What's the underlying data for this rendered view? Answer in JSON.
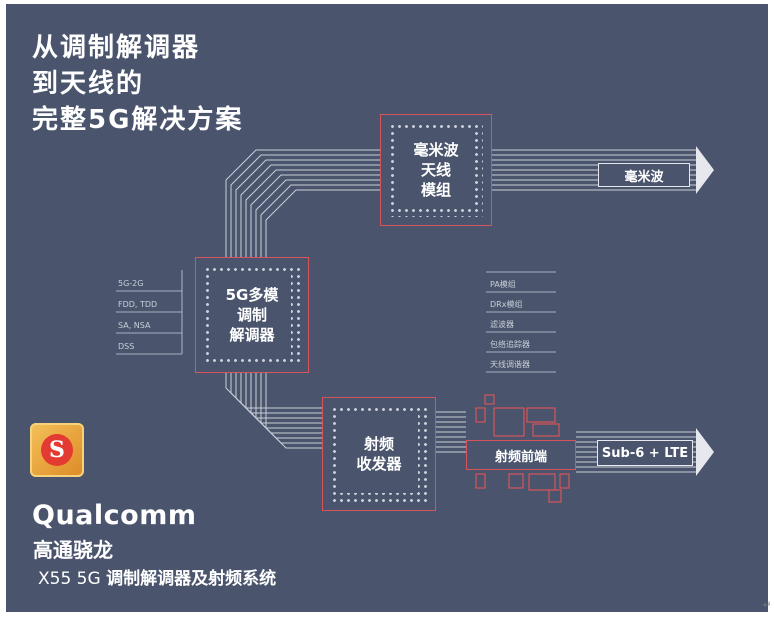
{
  "headline": [
    "从调制解调器",
    "到天线的",
    "完整5G解决方案"
  ],
  "chips": {
    "mmwave": [
      "毫米波",
      "天线",
      "模组"
    ],
    "modem": [
      "5G多模",
      "调制",
      "解调器"
    ],
    "transceiver": [
      "射频",
      "收发器"
    ]
  },
  "modem_features": [
    "5G-2G",
    "FDD, TDD",
    "SA, NSA",
    "DSS"
  ],
  "rf_features": [
    "PA模组",
    "DRx模组",
    "滤波器",
    "包络追踪器",
    "天线调谐器"
  ],
  "outputs": {
    "mmwave": "毫米波",
    "sub6": "Sub-6 + LTE"
  },
  "rf_frontend": "射频前端",
  "brand": {
    "wordmark": "Qualcomm",
    "chinese_name": "高通骁龙",
    "logo_letter": "S"
  },
  "subtitle": {
    "model": "X55 5G",
    "description": "调制解调器及射频系统"
  },
  "colors": {
    "background": "#4a556d",
    "accent_red": "#d8545c",
    "line": "#c9ced8",
    "logo_orange": "#e8a33a"
  }
}
